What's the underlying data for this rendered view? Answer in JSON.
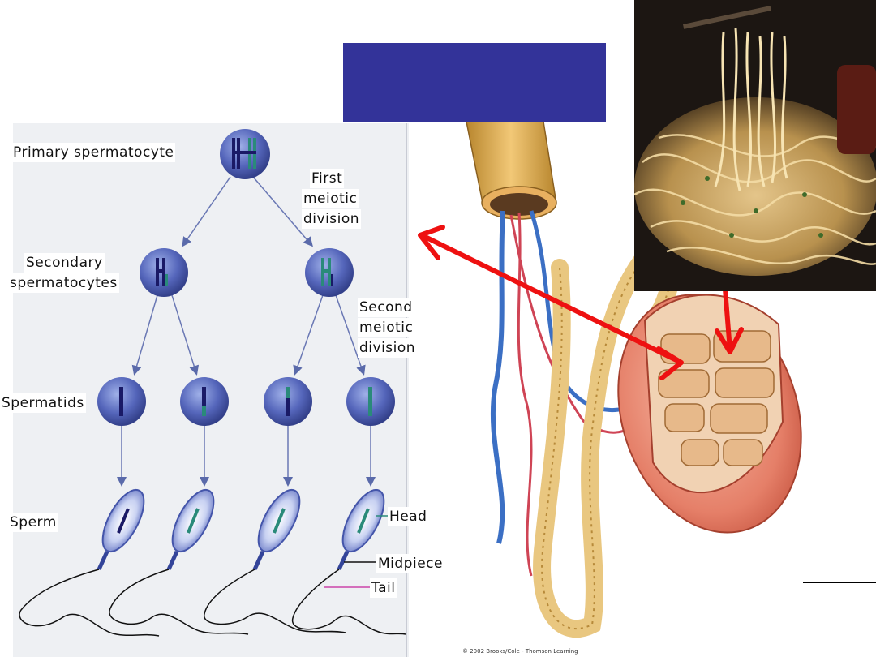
{
  "labels": {
    "primary": "Primary spermatocyte",
    "first": [
      "First",
      "meiotic",
      "division"
    ],
    "secondary": [
      "Secondary",
      "spermatocytes"
    ],
    "second": [
      "Second",
      "meiotic",
      "division"
    ],
    "spermatids": "Spermatids",
    "sperm": "Sperm",
    "head": "Head",
    "midpiece": "Midpiece",
    "tail": "Tail"
  },
  "credit": "© 2002 Brooks/Cole - Thomson Learning",
  "colors": {
    "title_box": "#333399",
    "arrow": "#ee1111",
    "cell": "#5566bb",
    "chromatid_dark": "#1a1a66",
    "chromatid_teal": "#2a8a7a"
  }
}
